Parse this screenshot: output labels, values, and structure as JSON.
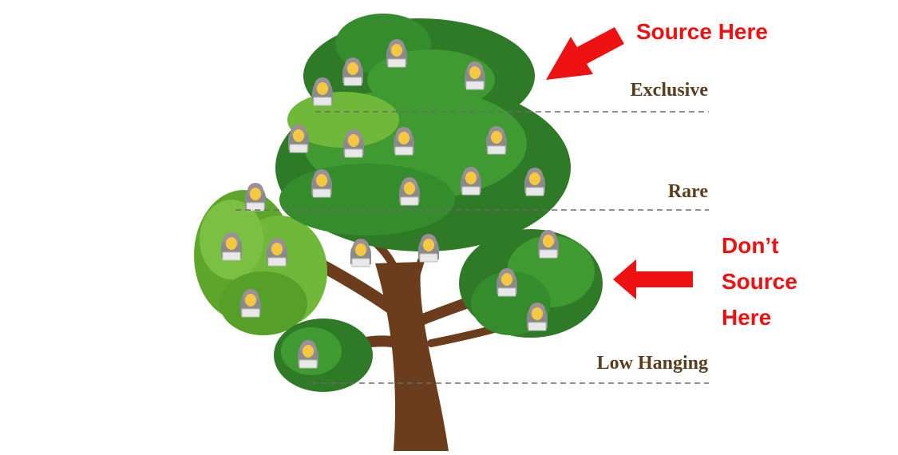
{
  "tiers": [
    {
      "label": "Exclusive"
    },
    {
      "label": "Rare"
    },
    {
      "label": "Low Hanging"
    }
  ],
  "callouts": {
    "source": "Source Here",
    "dont_source": [
      "Don’t",
      "Source",
      "Here"
    ]
  },
  "colors": {
    "callout": "#ee1111",
    "tier_label": "#5a3e1b",
    "divider": "#6b6b6b",
    "trunk": "#6b3d1c",
    "foliage_dark": "#2e7a27",
    "foliage_mid": "#3f9a32",
    "foliage_light": "#7bc043"
  },
  "icons": [
    "tree-illustration",
    "person-with-laptop-icon",
    "red-arrow-icon"
  ]
}
